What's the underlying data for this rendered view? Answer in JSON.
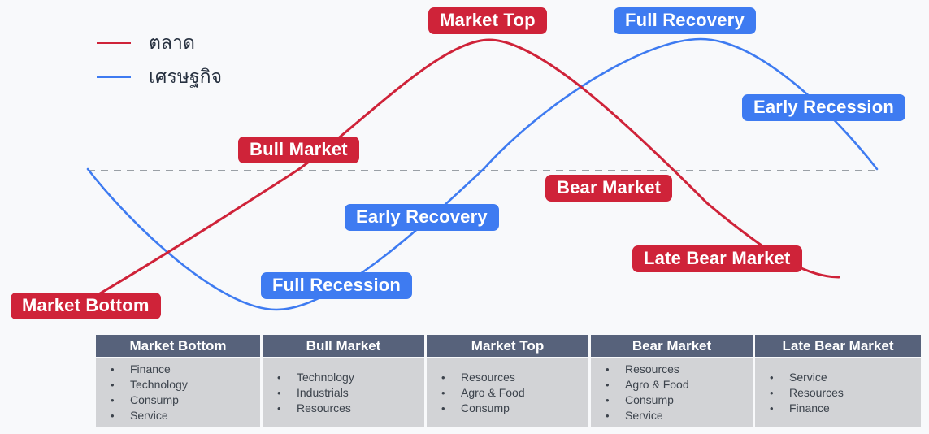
{
  "colors": {
    "red": "#cf2339",
    "blue": "#3e7bf1",
    "dashed": "#9aa0a6",
    "legend_text": "#273140",
    "background": "#f8f9fb",
    "table_header_bg": "#57627b",
    "table_body_bg": "#d2d3d6",
    "table_header_text": "#ffffff",
    "table_body_text": "#3c434c"
  },
  "legend": {
    "items": [
      {
        "label": "ตลาด",
        "series": "market",
        "color": "#cf2339"
      },
      {
        "label": "เศรษฐกิจ",
        "series": "economy",
        "color": "#3e7bf1"
      }
    ]
  },
  "phases": {
    "market_top": "Market Top",
    "full_recovery": "Full Recovery",
    "early_recession": "Early Recession",
    "bull_market": "Bull Market",
    "bear_market": "Bear Market",
    "early_recovery": "Early Recovery",
    "full_recession": "Full Recession",
    "market_bottom": "Market Bottom",
    "late_bear_market": "Late Bear Market"
  },
  "table": {
    "columns": [
      {
        "header": "Market Bottom",
        "items": [
          "Finance",
          "Technology",
          "Consump",
          "Service"
        ]
      },
      {
        "header": "Bull Market",
        "items": [
          "Technology",
          "Industrials",
          "Resources"
        ]
      },
      {
        "header": "Market Top",
        "items": [
          "Resources",
          "Agro & Food",
          "Consump"
        ]
      },
      {
        "header": "Bear Market",
        "items": [
          "Resources",
          "Agro & Food",
          "Consump",
          "Service"
        ]
      },
      {
        "header": "Late Bear Market",
        "items": [
          "Service",
          "Resources",
          "Finance"
        ]
      }
    ]
  }
}
